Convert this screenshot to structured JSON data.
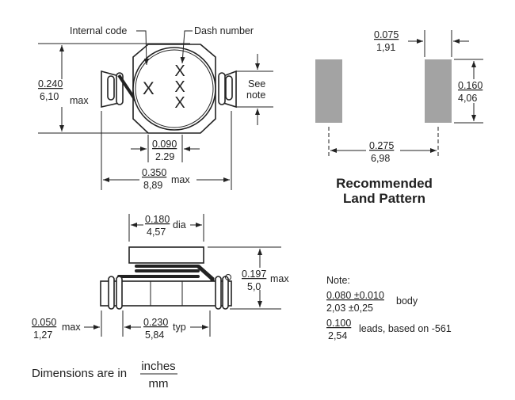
{
  "top_view": {
    "internal_code_label": "Internal code",
    "dash_number_label": "Dash number",
    "internal_code_mark": "X",
    "dash_number_mark": "XXX",
    "height": {
      "inches": "0.240",
      "mm": "6,10",
      "suffix": "max"
    },
    "see_note": [
      "See",
      "note"
    ],
    "center_width": {
      "inches": "0.090",
      "mm": "2.29"
    },
    "overall_width": {
      "inches": "0.350",
      "mm": "8,89",
      "suffix": "max"
    }
  },
  "land_pattern": {
    "pad_width": {
      "inches": "0.075",
      "mm": "1,91"
    },
    "pad_height": {
      "inches": "0.160",
      "mm": "4,06"
    },
    "pad_spacing": {
      "inches": "0.275",
      "mm": "6,98"
    },
    "title": [
      "Recommended",
      "Land Pattern"
    ],
    "pad_color": "#a3a3a3"
  },
  "side_view": {
    "diameter": {
      "inches": "0.180",
      "mm": "4,57",
      "suffix": "dia"
    },
    "height": {
      "inches": "0.197",
      "mm": "5,0",
      "suffix": "max"
    },
    "lead": {
      "inches": "0.050",
      "mm": "1,27",
      "suffix": "max"
    },
    "lead_spacing": {
      "inches": "0.230",
      "mm": "5,84",
      "suffix": "typ"
    }
  },
  "note": {
    "title": "Note:",
    "body": {
      "inches": "0.080 ±0.010",
      "mm": "2,03 ±0,25",
      "suffix": "body"
    },
    "leads": {
      "inches": "0.100",
      "mm": "2,54",
      "suffix": "leads, based on -561"
    }
  },
  "units": {
    "prefix": "Dimensions are in",
    "top": "inches",
    "bottom": "mm"
  }
}
